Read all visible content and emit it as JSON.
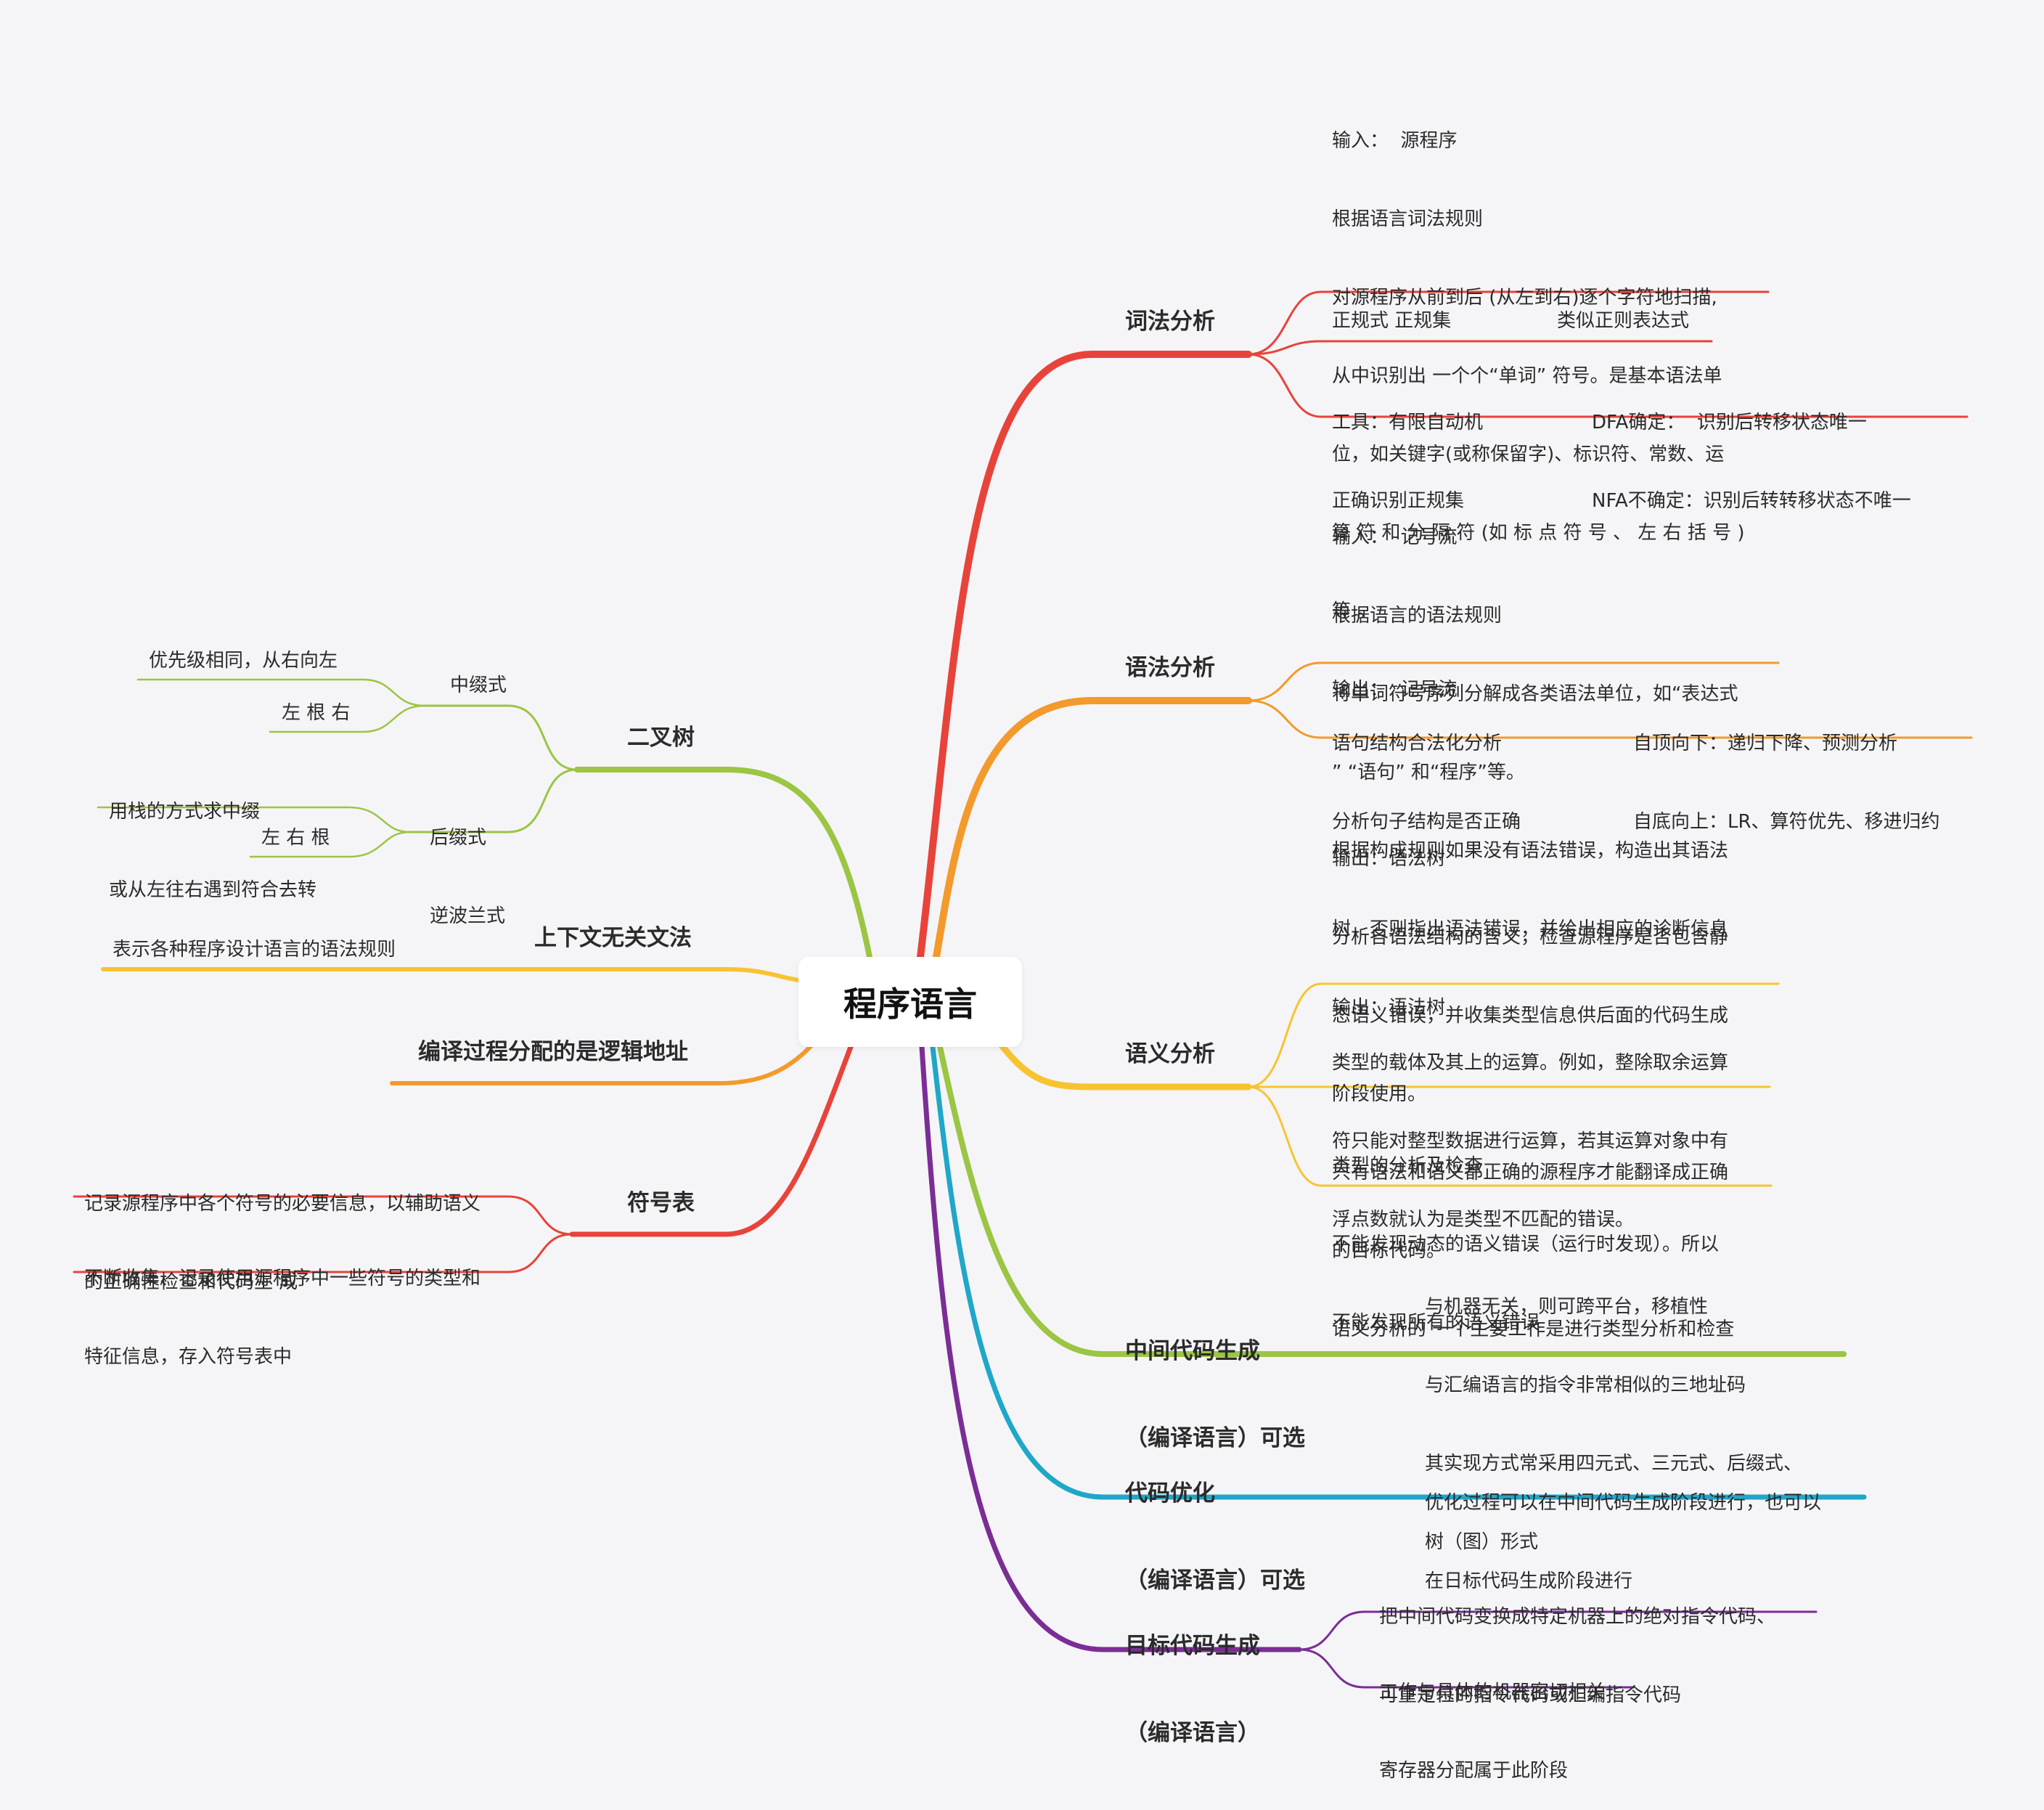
{
  "root": "程序语言",
  "colors": {
    "red": "#e8433a",
    "orange": "#f39a2c",
    "yellow": "#f7c431",
    "green": "#9bc543",
    "teal": "#1fa7c9",
    "purple": "#7b2d95"
  },
  "lexical": {
    "title": "词法分析",
    "lines": [
      "输入：  源程序",
      "根据语言词法规则",
      "对源程序从前到后 (从左到右)逐个字符地扫描,",
      "从中识别出 一个个“单词” 符号。是基本语法单",
      "位，如关键字(或称保留字)、标识符、常数、运",
      "算 符 和 分 隔 符 (如 标 点 符 号 、 左 右 括 号 )",
      "等 。",
      "输出：  记号流"
    ],
    "regex": "正规式 正规集",
    "regex_note": "类似正则表达式",
    "tool_lines": [
      "工具：有限自动机",
      "正确识别正规集"
    ],
    "dfa": "DFA确定：  识别后转移状态唯一",
    "nfa": "NFA不确定：识别后转转移状态不唯一"
  },
  "syntax": {
    "title": "语法分析",
    "lines": [
      "输入：  记号流",
      "根据语言的语法规则",
      "将单词符号序列分解成各类语法单位，如“表达式",
      "” “语句” 和“程序”等。",
      "根据构成规则如果没有语法错误，构造出其语法",
      "树，否则指出语法错误，并给出相应的诊断信息",
      "输出：语法树"
    ],
    "struct_lines": [
      "语句结构合法化分析",
      "分析句子结构是否正确"
    ],
    "top_down": "自顶向下：递归下降、预测分析",
    "bottom_up": "自底向上：LR、算符优先、移进归约"
  },
  "semantic": {
    "title": "语义分析",
    "lines": [
      "输出：语法树",
      "分析各语法结构的含义，检查源程序是否包含静",
      "态语义错误，并收集类型信息供后面的代码生成",
      "阶段使用。",
      "只有语法和语义都正确的源程序才能翻译成正确",
      "的目标代码。",
      "语义分析的 一个主要工作是进行类型分析和检查"
    ],
    "type_lines": [
      "类型的载体及其上的运算。例如，整除取余运算",
      "符只能对整型数据进行运算，若其运算对象中有",
      "浮点数就认为是类型不匹配的错误。"
    ],
    "check_lines": [
      "类型的分析及检查",
      "不能发现动态的语义错误（运行时发现）。所以",
      "不能发现所有的语义错误"
    ]
  },
  "intermediate": {
    "title": [
      "中间代码生成",
      "（编译语言）可选"
    ],
    "lines": [
      "与机器无关，则可跨平台，移植性",
      "与汇编语言的指令非常相似的三地址码",
      "其实现方式常采用四元式、三元式、后缀式、",
      "树（图）形式"
    ]
  },
  "optimize": {
    "title": [
      "代码优化",
      "（编译语言）可选"
    ],
    "lines": [
      "优化过程可以在中间代码生成阶段进行，也可以",
      "在日标代码生成阶段进行"
    ]
  },
  "target": {
    "title": [
      "目标代码生成",
      "（编译语言）"
    ],
    "lines1": [
      "把中间代码变换成特定机器上的绝对指令代码、",
      "可重定位的指令代码或汇编指令代码"
    ],
    "lines2": [
      "工作与具体的机器密切相关",
      "寄存器分配属于此阶段"
    ]
  },
  "tree": {
    "title": "二叉树",
    "infix": "中缀式",
    "infix_rule": "优先级相同，从右向左",
    "infix_order": "左 根 右",
    "postfix": [
      "后缀式",
      "逆波兰式"
    ],
    "postfix_rule": [
      "用栈的方式求中缀",
      "或从左往右遇到符合去转"
    ],
    "postfix_order": "左 右 根"
  },
  "cfg": {
    "title": "上下文无关文法",
    "note": "表示各种程序设计语言的语法规则"
  },
  "logical": {
    "title": "编译过程分配的是逻辑地址"
  },
  "symbols": {
    "title": "符号表",
    "lines1": [
      "记录源程序中各个符号的必要信息，以辅助语义",
      "的正确性检查和代码生 成"
    ],
    "lines2": [
      "不断收集、记录使用源程序中一些符号的类型和",
      "特征信息，存入符号表中"
    ]
  }
}
